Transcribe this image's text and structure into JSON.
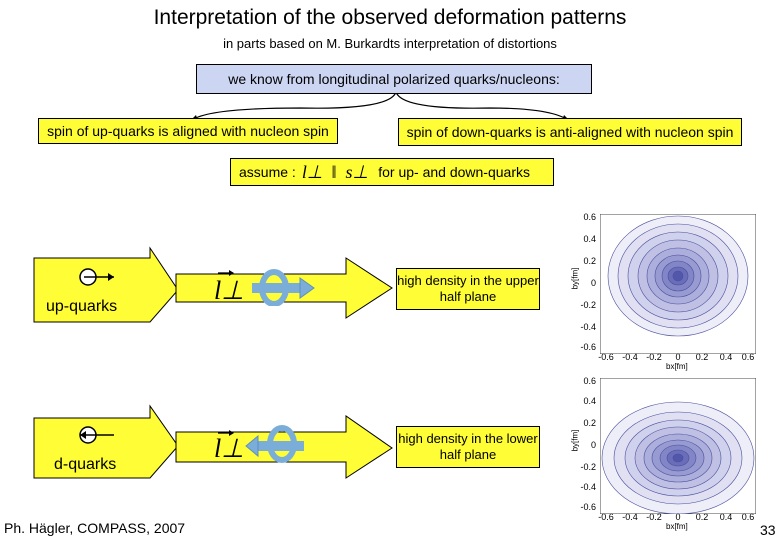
{
  "title": "Interpretation of the observed deformation patterns",
  "subtitle": "in parts based on M. Burkardts interpretation of distortions",
  "top_box": "we know from longitudinal polarized quarks/nucleons:",
  "left_box": "spin of up-quarks is aligned with nucleon spin",
  "right_box": "spin of down-quarks is anti-aligned with nucleon spin",
  "assume": {
    "prefix": "assume :",
    "suffix": "for up- and down-quarks"
  },
  "rows": [
    {
      "label": "up-quarks",
      "result": "high density in the upper half plane"
    },
    {
      "label": "d-quarks",
      "result": "high density in the lower half plane"
    }
  ],
  "plots": {
    "y_ticks": [
      "0.6",
      "0.4",
      "0.2",
      "0",
      "-0.2",
      "-0.4",
      "-0.6"
    ],
    "x_ticks": [
      "-0.6",
      "-0.4",
      "-0.2",
      "0",
      "0.2",
      "0.4",
      "0.6"
    ],
    "ylabel": "by[fm]",
    "xlabel": "bx[fm]"
  },
  "footer": "Ph. Hägler, COMPASS, 2007",
  "page_number": "33",
  "colors": {
    "yellow": "#fffd35",
    "blue_box": "#ccd6f2",
    "contour": "#3b3fa0"
  }
}
